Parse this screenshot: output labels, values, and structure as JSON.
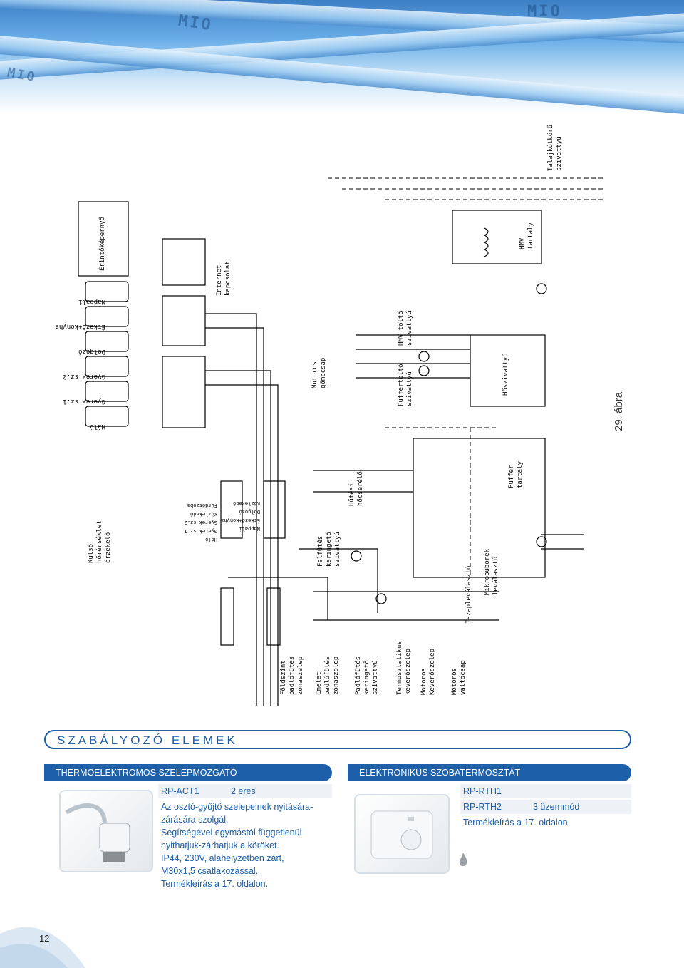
{
  "header_image": {
    "labels": [
      "MIO",
      "MIO",
      "MIO"
    ]
  },
  "diagram": {
    "room_thermostats": [
      "Háló",
      "Gyerek sz.1",
      "Gyerek sz.2",
      "Dolgozó",
      "Étkező+konyha",
      "Nappali"
    ],
    "touchscreen": "Érintőképernyő",
    "internet": [
      "Internet",
      "kapcsolat"
    ],
    "outdoor_sensor": [
      "Külső",
      "hőmérséklet",
      "érzékelő"
    ],
    "floor_labels_ground": [
      "Háló",
      "Gyerek sz.1",
      "Gyerek sz.2",
      "Közlekedő",
      "Fürdőszoba"
    ],
    "floor_labels_upper": [
      "Nappali",
      "Étkező+konyha",
      "Dolgozó",
      "Közlekedő"
    ],
    "motorized_ball_valve": [
      "Motoros",
      "gömbcsap"
    ],
    "puffer_pump": [
      "Puffertöltő",
      "szivattyú"
    ],
    "hmv_pump": [
      "HMV töltő",
      "szivattyú"
    ],
    "heat_pump": "Hőszivattyú",
    "hmv_tank": [
      "HMV",
      "tartály"
    ],
    "ground_pump": [
      "Talajkútkörű",
      "szivattyú"
    ],
    "puffer_tank": [
      "Puffer",
      "tartály"
    ],
    "cooling_exchanger": [
      "Hűtési",
      "hőcserélő"
    ],
    "wall_heating_pump": [
      "Falfűtés",
      "keringető",
      "szivattyú"
    ],
    "microbubble": [
      "Mikrobuborék",
      "leválasztó"
    ],
    "sludge_separator": "Iszapleválasztó",
    "bottom_labels": [
      [
        "Földszint",
        "padlófűtés",
        "zónaszelep"
      ],
      [
        "Emelet",
        "padlófűtés",
        "zónaszelep"
      ],
      [
        "Padlófűtés",
        "keringető",
        "szivattyú"
      ],
      [
        "Termosztatikus",
        "keverőszelep"
      ],
      [
        "Motoros",
        "Keverőszelep"
      ],
      [
        "Motoros",
        "váltócsap"
      ]
    ]
  },
  "figure_label": "29. ábra",
  "section_title": "SZABÁLYOZÓ ELEMEK",
  "left_panel": {
    "header": "THERMOELEKTROMOS SZELEPMOZGATÓ",
    "row": {
      "code": "RP-ACT1",
      "value": "2 eres"
    },
    "description_lines": [
      "Az osztó-gyűjtő szelepeinek nyitására-",
      "zárására szolgál.",
      "Segítségével egymástól függetlenül",
      "nyithatjuk-zárhatjuk a köröket.",
      "IP44, 230V, alahelyzetben zárt,",
      "M30x1,5 csatlakozással.",
      "Termékleírás a 17. oldalon."
    ]
  },
  "right_panel": {
    "header": "ELEKTRONIKUS SZOBATERMOSZTÁT",
    "rows": [
      {
        "code": "RP-RTH1",
        "value": ""
      },
      {
        "code": "RP-RTH2",
        "value": "3 üzemmód"
      }
    ],
    "description": "Termékleírás a 17. oldalon."
  },
  "page_number": "12",
  "colors": {
    "accent": "#1d5fa8",
    "row_bg": "#eef2f6"
  }
}
